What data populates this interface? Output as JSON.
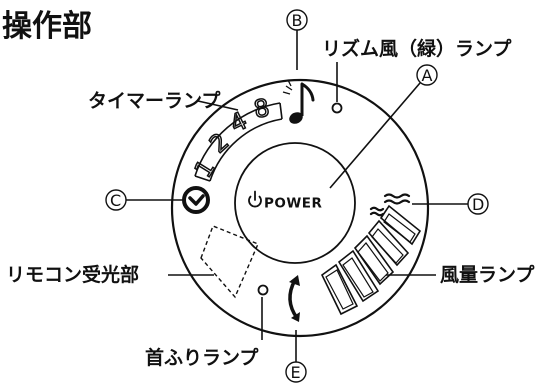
{
  "title": "操作部",
  "labels": {
    "rhythm_lamp": "リズム風（緑）ランプ",
    "timer_lamp": "タイマーランプ",
    "remote_receiver": "リモコン受光部",
    "wind_lamp": "風量ランプ",
    "swing_lamp": "首ふりランプ"
  },
  "callouts": {
    "a": "Ⓐ",
    "b": "Ⓑ",
    "c": "Ⓒ",
    "d": "Ⓓ",
    "e": "Ⓔ"
  },
  "power_label": "POWER",
  "timer_digits": [
    "1",
    "2",
    "4",
    "8"
  ],
  "icons": {
    "power": "power-icon",
    "music": "music-note-icon",
    "clock": "clock-icon",
    "wind": "wind-icon",
    "swing": "swing-arrow-icon"
  }
}
